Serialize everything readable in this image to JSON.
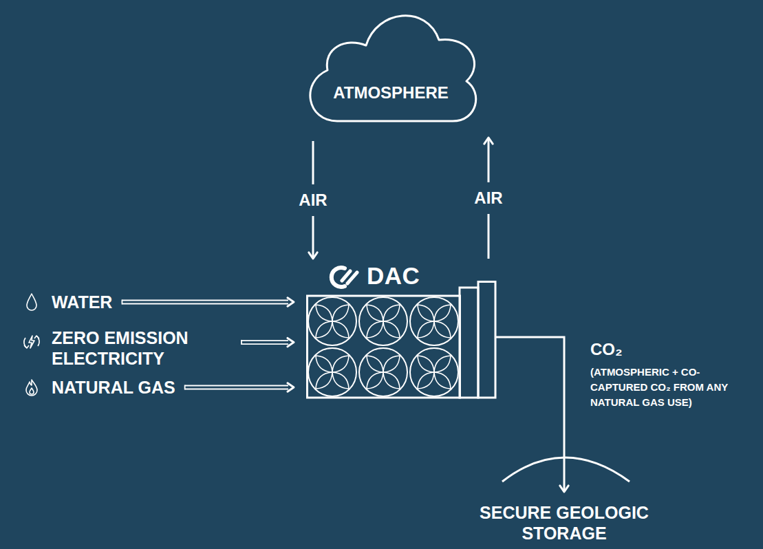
{
  "diagram": {
    "nodes": [
      {
        "text": [
          "ATMOSPHERE"
        ]
      },
      {
        "text": [
          "DAC"
        ]
      },
      {
        "text": [
          "WATER"
        ]
      },
      {
        "text": [
          "ZERO EMISSION ELECTRICITY"
        ]
      },
      {
        "text": [
          "NATURAL GAS"
        ]
      },
      {
        "text": [
          "SECURE GEOLOGIC STORAGE"
        ]
      }
    ],
    "edges": [
      {
        "from": 0,
        "to": 1,
        "label": "AIR",
        "arrow": "to"
      },
      {
        "from": 1,
        "to": 0,
        "label": "AIR",
        "arrow": "to"
      },
      {
        "from": 2,
        "to": 1,
        "arrow": "to"
      },
      {
        "from": 3,
        "to": 1,
        "arrow": "to"
      },
      {
        "from": 4,
        "to": 1,
        "arrow": "to"
      },
      {
        "from": 1,
        "to": 5,
        "label": "CO₂",
        "arrow": "to"
      }
    ],
    "labels": [
      "(ATMOSPHERIC + CO-CAPTURED CO₂ FROM ANY NATURAL GAS USE)"
    ]
  }
}
